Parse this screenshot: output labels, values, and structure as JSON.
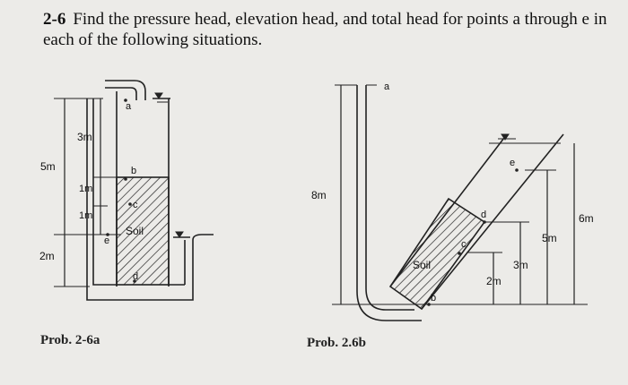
{
  "problem": {
    "number": "2-6",
    "text": "Find the pressure head, elevation head, and total head for points a through e in each of the following situations."
  },
  "figure_a": {
    "caption": "Prob. 2-6a",
    "labels": {
      "dim_3m": "3m",
      "dim_5m": "5m",
      "dim_1m_top": "1m",
      "dim_1m_bottom": "1m",
      "dim_2m": "2m",
      "soil": "Soil",
      "point_a": "a",
      "point_b": "b",
      "point_c": "c",
      "point_d": "d",
      "point_e": "e"
    }
  },
  "figure_b": {
    "caption": "Prob. 2.6b",
    "labels": {
      "dim_8m": "8m",
      "dim_6m": "6m",
      "dim_5m": "5m",
      "dim_3m": "3m",
      "dim_2m": "2m",
      "soil": "Soil",
      "point_a": "a",
      "point_b": "b",
      "point_c": "c",
      "point_d": "d",
      "point_e": "e"
    }
  }
}
